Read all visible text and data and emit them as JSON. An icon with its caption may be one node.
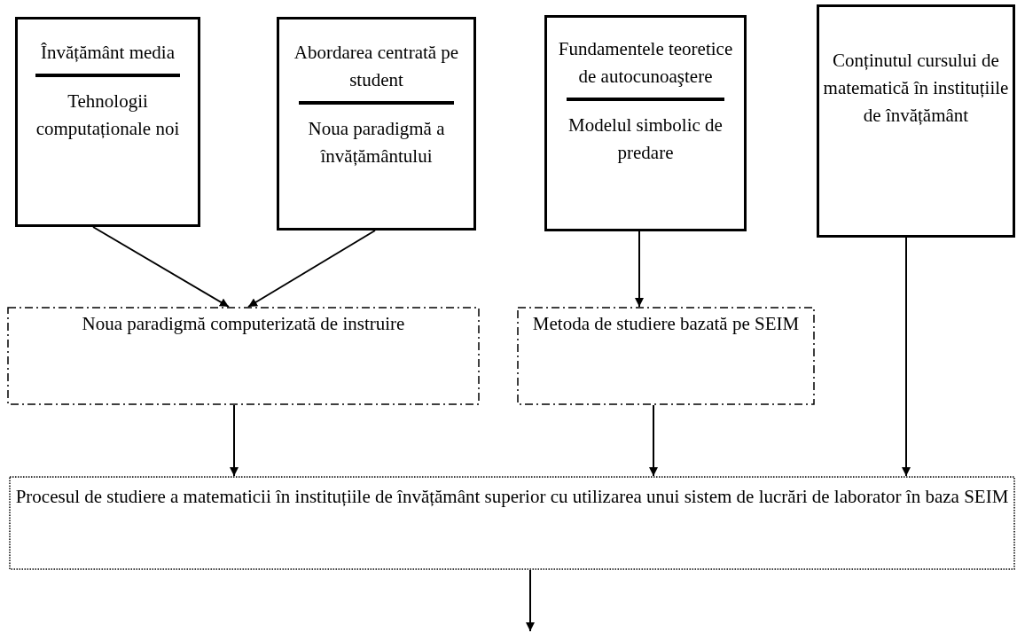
{
  "diagram": {
    "nodes": [
      {
        "text": [
          "Învățământ media",
          "Tehnologii computaționale noi"
        ]
      },
      {
        "text": [
          "Abordarea centrată pe student",
          "Noua paradigmă a învățământului"
        ]
      },
      {
        "text": [
          "Fundamentele teoretice de autocunoaştere",
          "Modelul simbolic de predare"
        ]
      },
      {
        "text": [
          "Conținutul cursului de matematică în instituțiile de învățământ"
        ]
      },
      {
        "text": [
          "Noua paradigmă computerizată de instruire"
        ]
      },
      {
        "text": [
          "Metoda de studiere bazată pe SEIM"
        ]
      },
      {
        "text": [
          "Procesul de studiere a matematicii în instituțiile de învățământ superior cu utilizarea unui sistem de lucrări de laborator în baza SEIM"
        ]
      }
    ],
    "edges": [
      {
        "from": 0,
        "to": 4,
        "arrow": "to"
      },
      {
        "from": 1,
        "to": 4,
        "arrow": "to"
      },
      {
        "from": 2,
        "to": 5,
        "arrow": "to"
      },
      {
        "from": 4,
        "to": 6,
        "arrow": "to"
      },
      {
        "from": 5,
        "to": 6,
        "arrow": "to"
      },
      {
        "from": 3,
        "to": 6,
        "arrow": "to"
      },
      {
        "from": 6,
        "to": null,
        "arrow": "to"
      }
    ]
  }
}
